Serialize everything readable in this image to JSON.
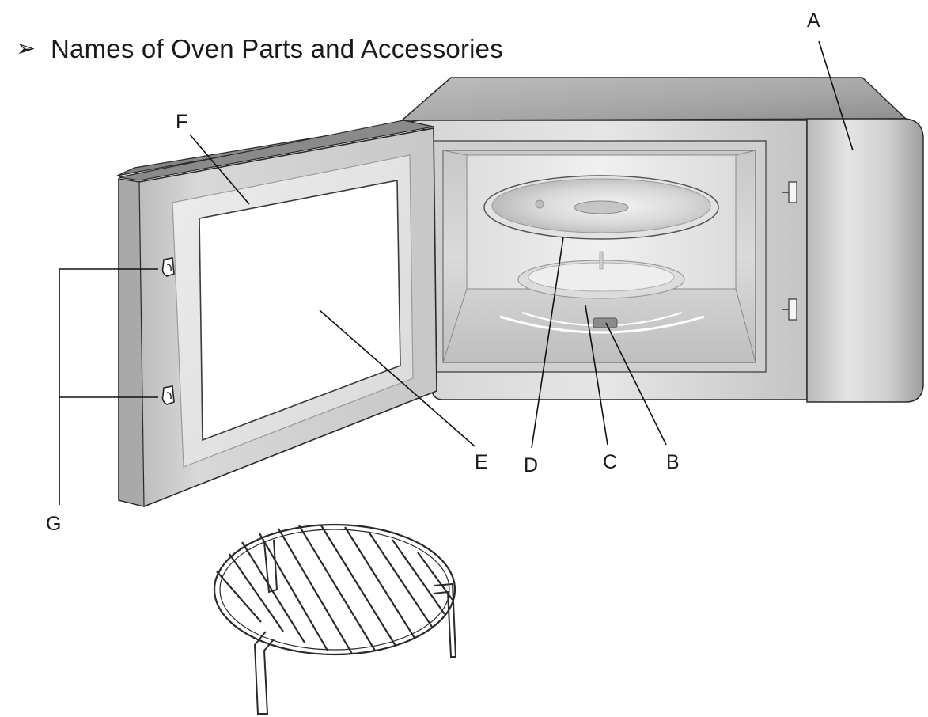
{
  "heading": {
    "bullet": "➢",
    "title": "Names of Oven Parts and Accessories"
  },
  "labels": {
    "a": "A",
    "b": "B",
    "c": "C",
    "d": "D",
    "e": "E",
    "f": "F",
    "g": "G"
  },
  "colors": {
    "outline": "#2a2a2a",
    "body_light": "#e9e9e9",
    "body_mid": "#c9c9c9",
    "body_dark": "#9a9a9a",
    "leader_line": "#111111"
  }
}
